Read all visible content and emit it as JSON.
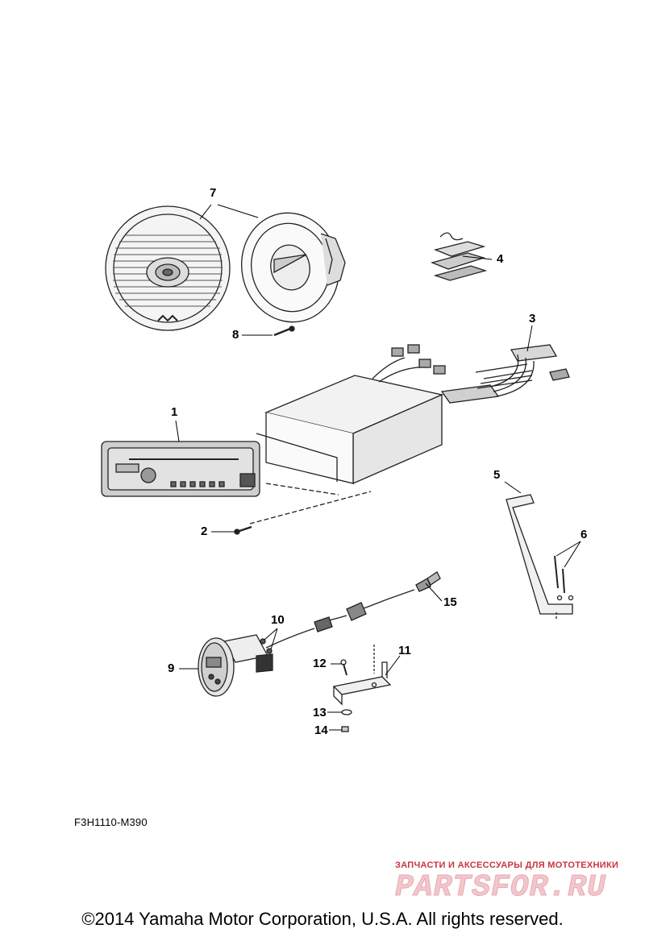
{
  "diagram": {
    "callouts": [
      {
        "id": "c1",
        "label": "1"
      },
      {
        "id": "c2",
        "label": "2"
      },
      {
        "id": "c3",
        "label": "3"
      },
      {
        "id": "c4",
        "label": "4"
      },
      {
        "id": "c5",
        "label": "5"
      },
      {
        "id": "c6",
        "label": "6"
      },
      {
        "id": "c7",
        "label": "7"
      },
      {
        "id": "c8",
        "label": "8"
      },
      {
        "id": "c9",
        "label": "9"
      },
      {
        "id": "c10",
        "label": "10"
      },
      {
        "id": "c11",
        "label": "11"
      },
      {
        "id": "c12",
        "label": "12"
      },
      {
        "id": "c13",
        "label": "13"
      },
      {
        "id": "c14",
        "label": "14"
      },
      {
        "id": "c15",
        "label": "15"
      }
    ],
    "figure_code": "F3H1110-M390"
  },
  "watermark": {
    "tagline": "ЗАПЧАСТИ И АКСЕССУАРЫ ДЛЯ МОТОТЕХНИКИ",
    "brand": "PARTSFOR.RU"
  },
  "footer": {
    "copyright": "©2014 Yamaha Motor Corporation, U.S.A. All rights reserved."
  }
}
